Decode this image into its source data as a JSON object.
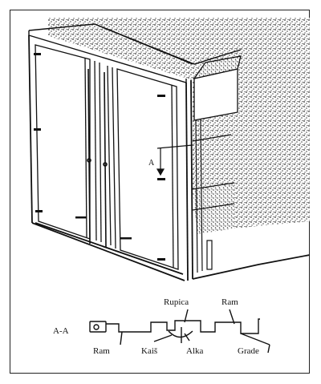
{
  "figure": {
    "view_marker": "A",
    "section_label": "A-A",
    "section_labels": {
      "rupica": "Rupica",
      "ram_top": "Ram",
      "ram_bottom": "Ram",
      "kais": "Kaiš",
      "alka": "Alka",
      "grade": "Grade"
    }
  }
}
